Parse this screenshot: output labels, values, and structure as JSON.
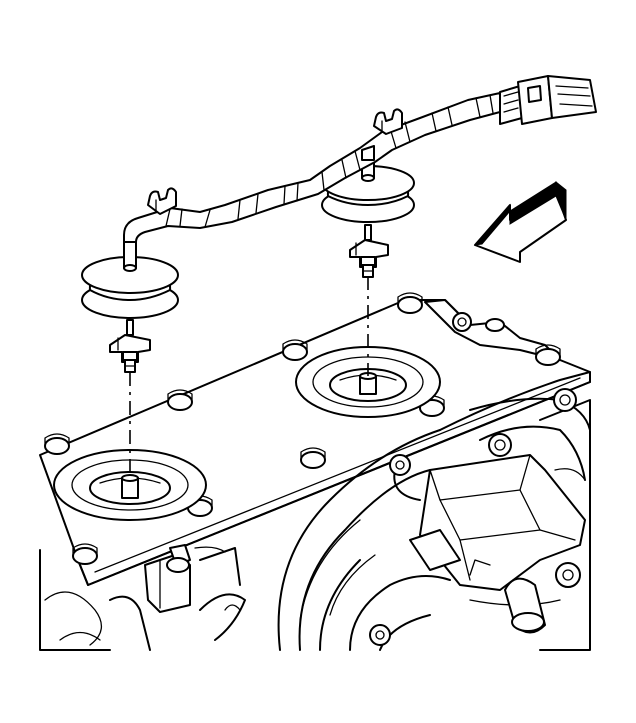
{
  "figure": {
    "subject": "engine-wiring-harness-installation",
    "parts": {
      "harness": "wiring-harness",
      "connector": "harness-connector",
      "clips": [
        "harness-clip-left",
        "harness-clip-right"
      ],
      "grommets": [
        "grommet-left",
        "grommet-right"
      ],
      "sensors": [
        "sensor-left",
        "sensor-right"
      ],
      "sensor_bores": [
        "sensor-bore-left",
        "sensor-bore-right"
      ],
      "bolts": 11,
      "direction_arrow": "front-direction-arrow-icon"
    }
  }
}
